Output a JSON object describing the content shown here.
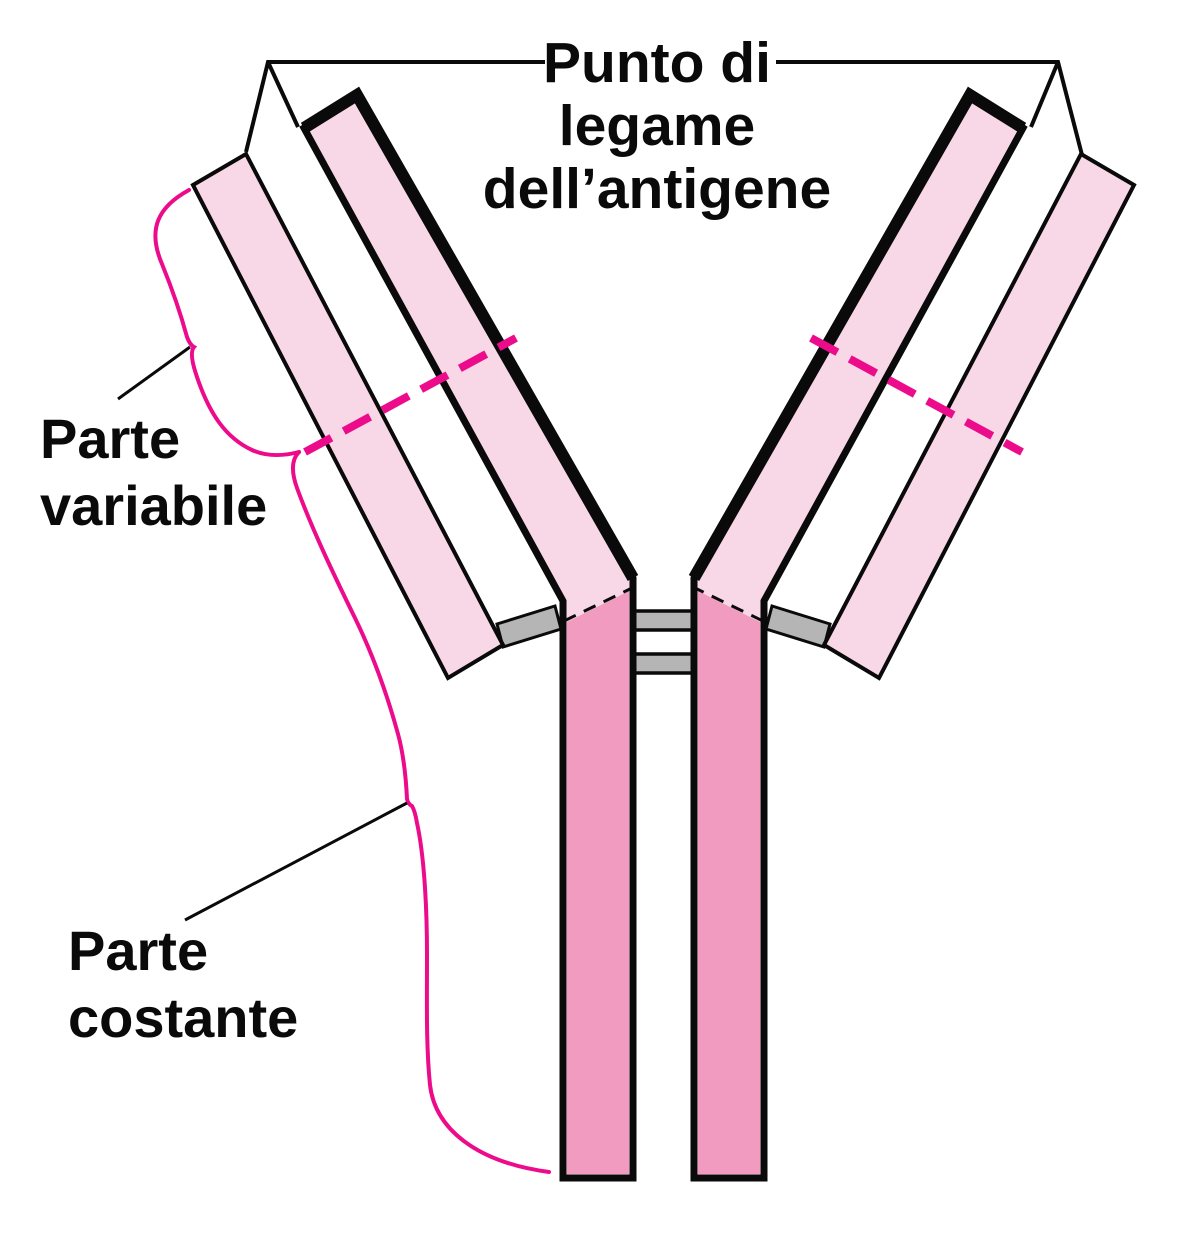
{
  "title": {
    "line1": "Punto di",
    "line2": "legame",
    "line3": "dell’antigene"
  },
  "labels": {
    "variable_part": {
      "line1": "Parte",
      "line2": "variabile"
    },
    "constant_part": {
      "line1": "Parte",
      "line2": "costante"
    }
  },
  "colors": {
    "ink": "#0a0a0a",
    "light_pink": "#f8d7e6",
    "medium_pink": "#f29bc1",
    "gray": "#b5b5b5",
    "magenta": "#ec0c8b",
    "background": "#ffffff"
  }
}
